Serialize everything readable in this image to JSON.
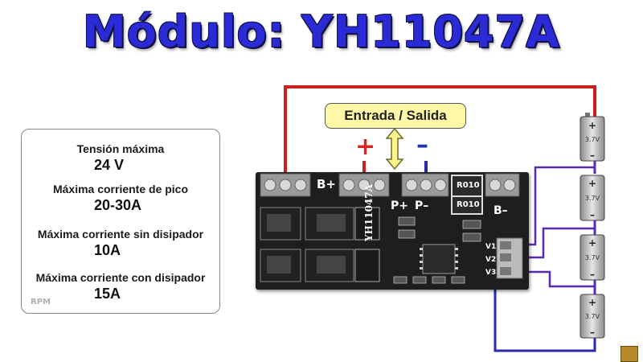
{
  "title": "Módulo: YH11047A",
  "specs": [
    {
      "label": "Tensión máxima",
      "value": "24 V"
    },
    {
      "label": "Máxima corriente de pico",
      "value": "20-30A"
    },
    {
      "label": "Máxima corriente sin disipador",
      "value": "10A"
    },
    {
      "label": "Máxima corriente con disipador",
      "value": "15A"
    }
  ],
  "io_label": "Entrada / Salida",
  "symbols": {
    "plus": "+",
    "minus": "–"
  },
  "board": {
    "b_plus": "B+",
    "p_plus": "P+",
    "p_minus": "P–",
    "b_minus": "B–",
    "model": "YH11047A",
    "resistor": "R010",
    "v1": "V1",
    "v2": "V2",
    "v3": "V3"
  },
  "cells": [
    "3.7V",
    "3.7V",
    "3.7V",
    "3.7V"
  ],
  "watermark": "RPM",
  "colors": {
    "title": "#2a2ad6",
    "positive_wire": "#cc1f1f",
    "negative_wire": "#2a2aa8",
    "balance_wire": "#5a2ab0",
    "label_bg": "#fff8a8"
  }
}
